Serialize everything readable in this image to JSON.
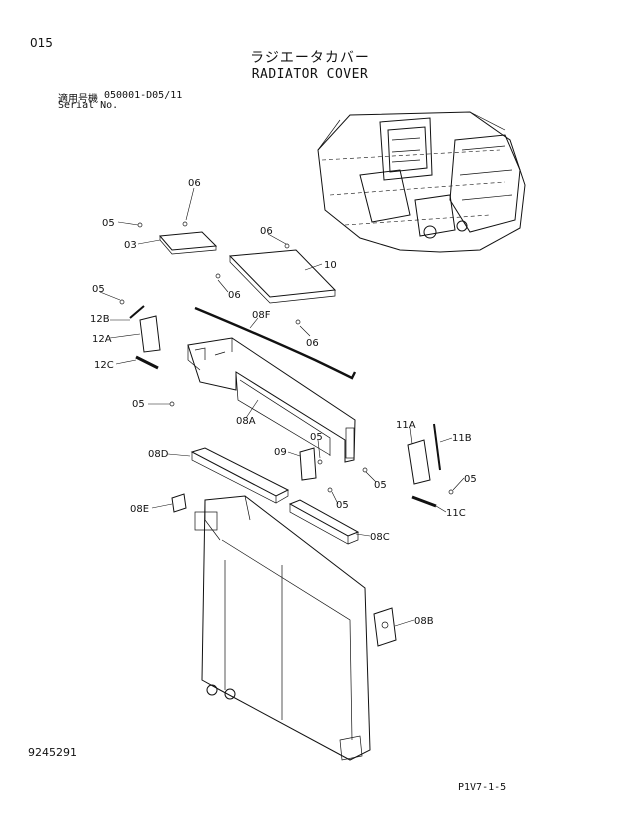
{
  "header": {
    "page_no": "015",
    "title_jp": "ラジエータカバー",
    "title_en": "RADIATOR COVER",
    "serial_label_jp": "適用号機",
    "serial_range": "050001-D05/11",
    "serial_label_en": "Serial No."
  },
  "footer": {
    "doc_no": "9245291",
    "page_ref": "P1V7-1-5"
  },
  "callouts": {
    "c06a": "06",
    "c05a": "05",
    "c03": "03",
    "c06b": "06",
    "c10": "10",
    "c06c": "06",
    "c05b": "05",
    "c12b": "12B",
    "c08f": "08F",
    "c06d": "06",
    "c12a": "12A",
    "c12c": "12C",
    "c05c": "05",
    "c08a": "08A",
    "c11a": "11A",
    "c11b": "11B",
    "c08d": "08D",
    "c09": "09",
    "c05d": "05",
    "c05e": "05",
    "c05f": "05",
    "c05g": "05",
    "c11c": "11C",
    "c08e": "08E",
    "c08c": "08C",
    "c08b": "08B"
  }
}
